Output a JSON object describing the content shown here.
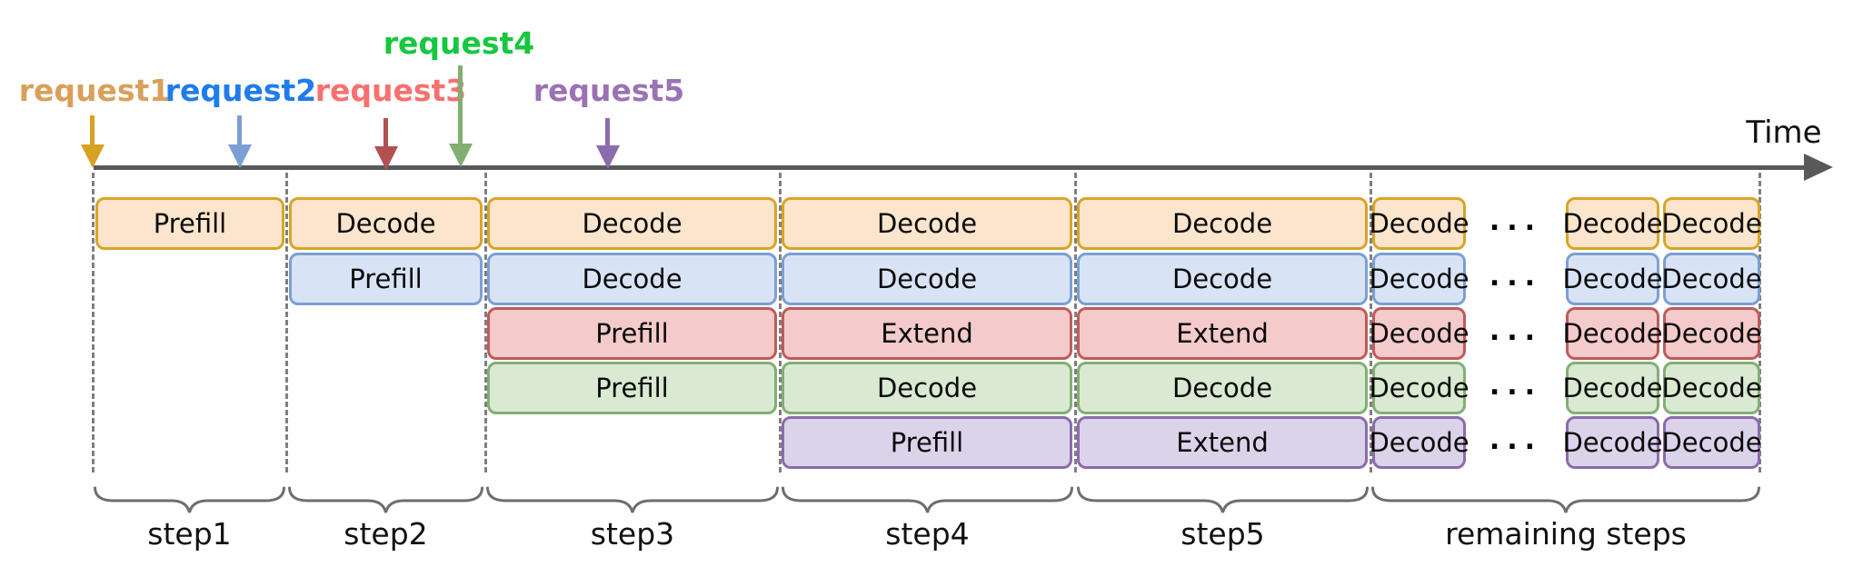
{
  "time_label": "Time",
  "ellipsis": "...",
  "requests": [
    {
      "label": "request1",
      "text_color": "#D9A05B",
      "arrow_color": "#D7A122"
    },
    {
      "label": "request2",
      "text_color": "#1F7CEC",
      "arrow_color": "#7B9FD4"
    },
    {
      "label": "request3",
      "text_color": "#F87070",
      "arrow_color": "#B35050"
    },
    {
      "label": "request4",
      "text_color": "#16C73F",
      "arrow_color": "#82AE72"
    },
    {
      "label": "request5",
      "text_color": "#9A72B5",
      "arrow_color": "#8C6BAD"
    }
  ],
  "rows": [
    {
      "request": "request1",
      "fill": "#FCE5CD",
      "border": "#D9A426",
      "cells": [
        "Prefill",
        "Decode",
        "Decode",
        "Decode",
        "Decode",
        "Decode",
        "Decode",
        "Decode"
      ]
    },
    {
      "request": "request2",
      "fill": "#D8E4F5",
      "border": "#7B9FD4",
      "cells": [
        "Prefill",
        "Decode",
        "Decode",
        "Decode",
        "Decode",
        "Decode",
        "Decode"
      ]
    },
    {
      "request": "request3",
      "fill": "#F4CACA",
      "border": "#BF5B5B",
      "cells": [
        "Prefill",
        "Extend",
        "Extend",
        "Decode",
        "Decode",
        "Decode"
      ]
    },
    {
      "request": "request4",
      "fill": "#D9E9D2",
      "border": "#82AE72",
      "cells": [
        "Prefill",
        "Decode",
        "Decode",
        "Decode",
        "Decode",
        "Decode"
      ]
    },
    {
      "request": "request5",
      "fill": "#DBD3E9",
      "border": "#8C6BAD",
      "cells": [
        "Prefill",
        "Extend",
        "Decode",
        "Decode",
        "Decode"
      ]
    }
  ],
  "steps": [
    "step1",
    "step2",
    "step3",
    "step4",
    "step5",
    "remaining steps"
  ],
  "colors": {
    "timeline": "#595959",
    "guide": "#7f7f7f",
    "brace": "#6e6e6e"
  }
}
